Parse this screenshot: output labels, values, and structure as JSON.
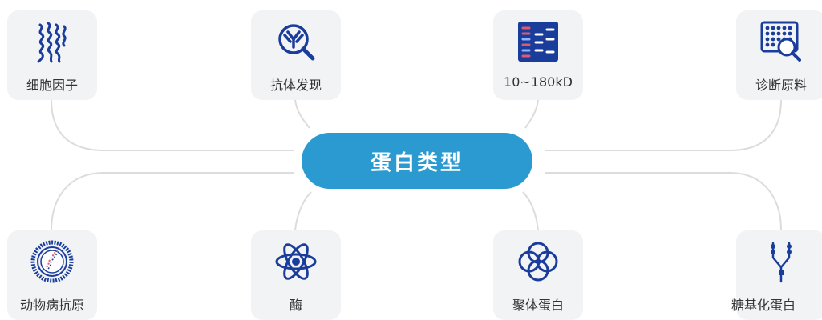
{
  "center": {
    "title": "蛋白类型"
  },
  "nodes": [
    {
      "label": "细胞因子",
      "icon": "protein-structure-icon"
    },
    {
      "label": "抗体发现",
      "icon": "antibody-search-icon"
    },
    {
      "label": "10~180kD",
      "icon": "gel-bands-icon"
    },
    {
      "label": "诊断原料",
      "icon": "well-plate-search-icon"
    },
    {
      "label": "动物病抗原",
      "icon": "virus-particle-icon"
    },
    {
      "label": "酶",
      "icon": "atom-icon"
    },
    {
      "label": "聚体蛋白",
      "icon": "interlocking-rings-icon"
    },
    {
      "label": "糖基化蛋白",
      "icon": "glycan-chain-icon"
    }
  ],
  "colors": {
    "accent": "#2b9ad0",
    "icon": "#1a3d9c",
    "tile": "#f2f3f5",
    "line": "#dcdcdc"
  }
}
